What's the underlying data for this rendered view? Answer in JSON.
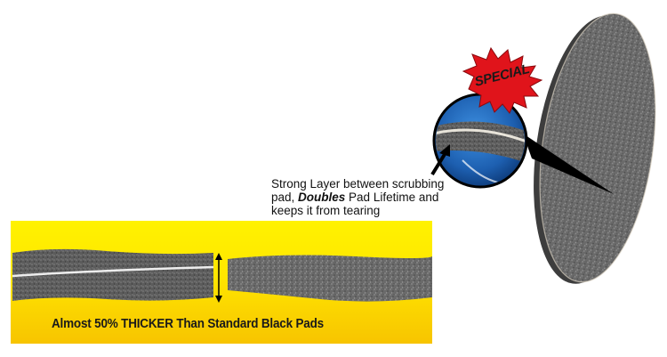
{
  "badge": {
    "label": "SPECIAL"
  },
  "callout": {
    "line1": "Strong Layer between scrubbing",
    "line2_prefix": "pad, ",
    "line2_emphasis": "Doubles",
    "line2_suffix": " Pad Lifetime and",
    "line3": "keeps it from tearing"
  },
  "banner": {
    "caption": "Almost 50% THICKER Than Standard Black Pads"
  },
  "colors": {
    "banner_yellow": "#ffe600",
    "badge_red": "#e0141b",
    "lens_blue": "#1d6fc4",
    "pad_gray": "#6e6e6e"
  }
}
